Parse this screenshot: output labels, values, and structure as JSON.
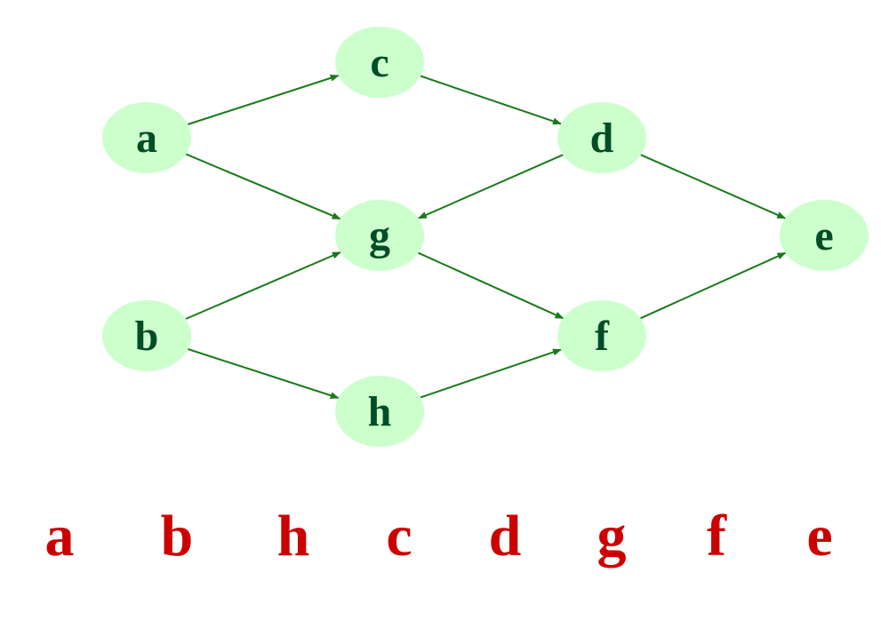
{
  "colors": {
    "node_fill": "#ccffcc",
    "node_text": "#004d26",
    "edge": "#1a7a1a",
    "order_text": "#cc0000",
    "background": "#ffffff"
  },
  "graph": {
    "nodes": [
      {
        "id": "a",
        "label": "a"
      },
      {
        "id": "b",
        "label": "b"
      },
      {
        "id": "c",
        "label": "c"
      },
      {
        "id": "d",
        "label": "d"
      },
      {
        "id": "e",
        "label": "e"
      },
      {
        "id": "f",
        "label": "f"
      },
      {
        "id": "g",
        "label": "g"
      },
      {
        "id": "h",
        "label": "h"
      }
    ],
    "edges": [
      {
        "from": "a",
        "to": "c"
      },
      {
        "from": "a",
        "to": "g"
      },
      {
        "from": "c",
        "to": "d"
      },
      {
        "from": "d",
        "to": "g"
      },
      {
        "from": "d",
        "to": "e"
      },
      {
        "from": "b",
        "to": "g"
      },
      {
        "from": "b",
        "to": "h"
      },
      {
        "from": "g",
        "to": "f"
      },
      {
        "from": "h",
        "to": "f"
      },
      {
        "from": "f",
        "to": "e"
      }
    ]
  },
  "order": [
    "a",
    "b",
    "h",
    "c",
    "d",
    "g",
    "f",
    "e"
  ]
}
